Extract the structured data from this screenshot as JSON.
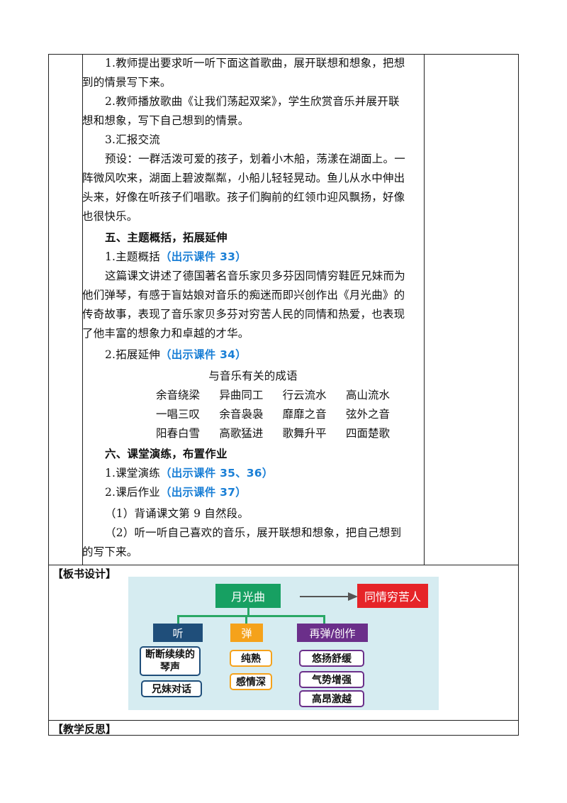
{
  "lesson": {
    "lines": [
      "1.教师提出要求听一听下面这首歌曲，展开联想和想象，把想",
      "到的情景写下来。",
      "2.教师播放歌曲《让我们荡起双桨》，学生欣赏音乐并展开联",
      "想和想象，写下自己想到的情景。",
      "3.汇报交流",
      "预设：一群活泼可爱的孩子，划着小木船，荡漾在湖面上。一",
      "阵微风吹来，湖面上碧波粼粼，小船儿轻轻晃动。鱼儿从水中伸出",
      "头来，好像在听孩子们唱歌。孩子们胸前的红领巾迎风飘扬，好像",
      "也很快乐。"
    ],
    "section5_title": "五、主题概括，拓展延伸",
    "s5_item1": "1.主题概括",
    "s5_item1_ref": "（出示课件 33）",
    "summary_lines": [
      "这篇课文讲述了德国著名音乐家贝多芬因同情穷鞋匠兄妹而为",
      "他们弹琴，有感于盲姑娘对音乐的痴迷而即兴创作出《月光曲》的",
      "传奇故事，表现了音乐家贝多芬对穷苦人民的同情和热爱，也表现",
      "了他丰富的想象力和卓越的才华。"
    ],
    "s5_item2": "2.拓展延伸",
    "s5_item2_ref": "（出示课件 34）",
    "idiom_title": "与音乐有关的成语",
    "idioms": [
      [
        "余音绕梁",
        "异曲同工",
        "行云流水",
        "高山流水"
      ],
      [
        "一唱三叹",
        "余音袅袅",
        "靡靡之音",
        "弦外之音"
      ],
      [
        "阳春白雪",
        "高歌猛进",
        "歌舞升平",
        "四面楚歌"
      ]
    ],
    "section6_title": "六、课堂演练，布置作业",
    "s6_item1": "1.课堂演练",
    "s6_item1_ref": "（出示课件 35、36）",
    "s6_item2": "2.课后作业",
    "s6_item2_ref": "（出示课件 37）",
    "hw1": "（1）背诵课文第 9 自然段。",
    "hw2_lines": [
      "（2）听一听自己喜欢的音乐，展开联想和想象，把自己想到",
      "的写下来。"
    ]
  },
  "board_label": "【板书设计】",
  "reflection_label": "【教学反思】",
  "board": {
    "title": "月光曲",
    "result": "同情穷苦人",
    "branches": [
      {
        "head": "听",
        "items": [
          "断断续续的琴声",
          "兄妹对话"
        ]
      },
      {
        "head": "弹",
        "items": [
          "纯熟",
          "感情深"
        ]
      },
      {
        "head": "再弹/创作",
        "items": [
          "悠扬舒缓",
          "气势增强",
          "高昂激越"
        ]
      }
    ]
  },
  "colors": {
    "green": "#17a062",
    "red": "#e62428",
    "navy": "#1f4e7a",
    "orange": "#f5a21b",
    "purple": "#6b2f8a",
    "link_blue": "#1a7fd6",
    "board_bg": "#d6ecf1"
  }
}
